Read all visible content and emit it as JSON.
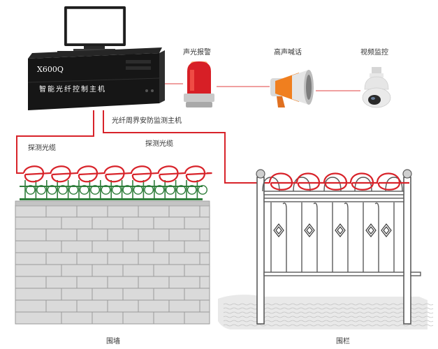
{
  "colors": {
    "cable": "#d8232a",
    "connector": "#f0a0a0",
    "brick_fill": "#d8d8d8",
    "brick_line": "#9a9a9a",
    "fence_metal": "#5a5a5a",
    "mesh_green": "#2e7d3a",
    "server_body": "#161616"
  },
  "icons": {
    "controller": "rack-server-with-monitor",
    "alarm": "red-strobe-siren",
    "speaker": "megaphone-horn",
    "camera": "dome-ptz-camera",
    "wall": "brick-wall-with-wire-mesh",
    "fence": "iron-railing-fence"
  },
  "server": {
    "model": "X600Q",
    "panel_text": "智能光纤控制主机"
  },
  "labels": {
    "controller": "光纤周界安防监测主机",
    "alarm": "声光报警",
    "loudspeaker": "高声喊话",
    "camera": "视频监控",
    "cable_left": "探测光缆",
    "cable_right": "探测光缆",
    "wall": "围墙",
    "fence": "围栏"
  }
}
